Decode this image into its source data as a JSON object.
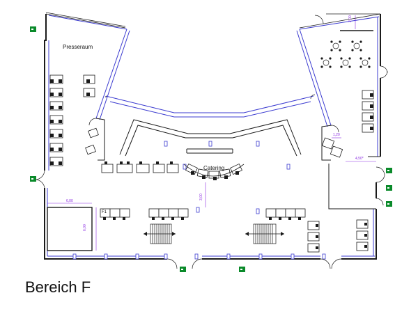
{
  "plan": {
    "title": "Bereich F",
    "rooms": {
      "press": "Presseraum",
      "catering": "Catering",
      "stand": "F1"
    },
    "dimensions": {
      "top_right": "2,00",
      "stair_gap": "3,00",
      "right_corridor": "4,50*",
      "right_small": "1,20",
      "box_width": "6,00",
      "box_height": "6,00"
    },
    "colors": {
      "wall": "#1a1a1a",
      "window": "#3b3bd0",
      "dimension": "#8a2be2",
      "exit": "#0a8a2a"
    }
  }
}
